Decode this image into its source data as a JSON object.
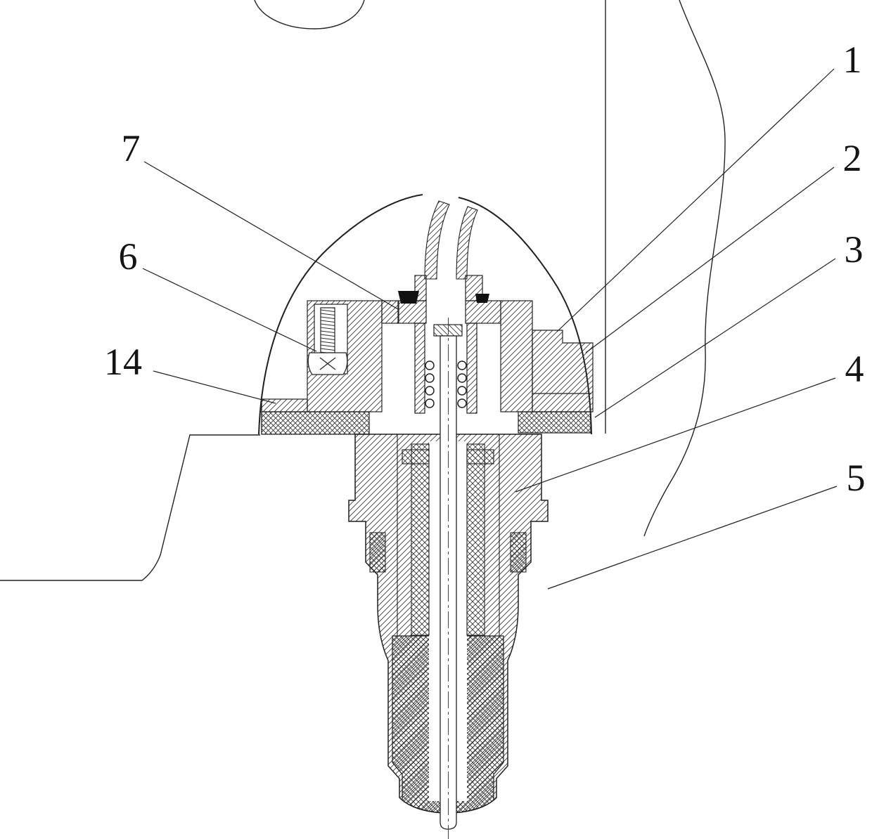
{
  "figure": {
    "kind": "sectional-assembly-drawing"
  },
  "colors": {
    "line": "#1f1f1f",
    "background": "#ffffff",
    "seal": "#111111"
  },
  "labels": [
    {
      "ref": "1"
    },
    {
      "ref": "2"
    },
    {
      "ref": "3"
    },
    {
      "ref": "4"
    },
    {
      "ref": "5"
    },
    {
      "ref": "6"
    },
    {
      "ref": "7"
    },
    {
      "ref": "14"
    }
  ]
}
